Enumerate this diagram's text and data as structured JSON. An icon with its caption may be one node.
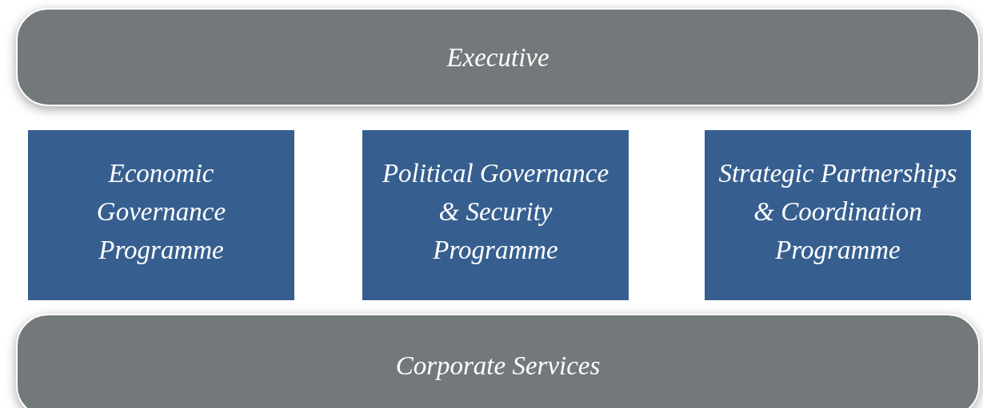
{
  "diagram": {
    "nodes": [
      {
        "text": [
          "Executive"
        ]
      },
      {
        "text": [
          "Economic Governance Programme"
        ]
      },
      {
        "text": [
          "Political Governance & Security Programme"
        ]
      },
      {
        "text": [
          "Strategic Partnerships & Coordination Programme"
        ]
      },
      {
        "text": [
          "Corporate Services"
        ]
      }
    ]
  }
}
